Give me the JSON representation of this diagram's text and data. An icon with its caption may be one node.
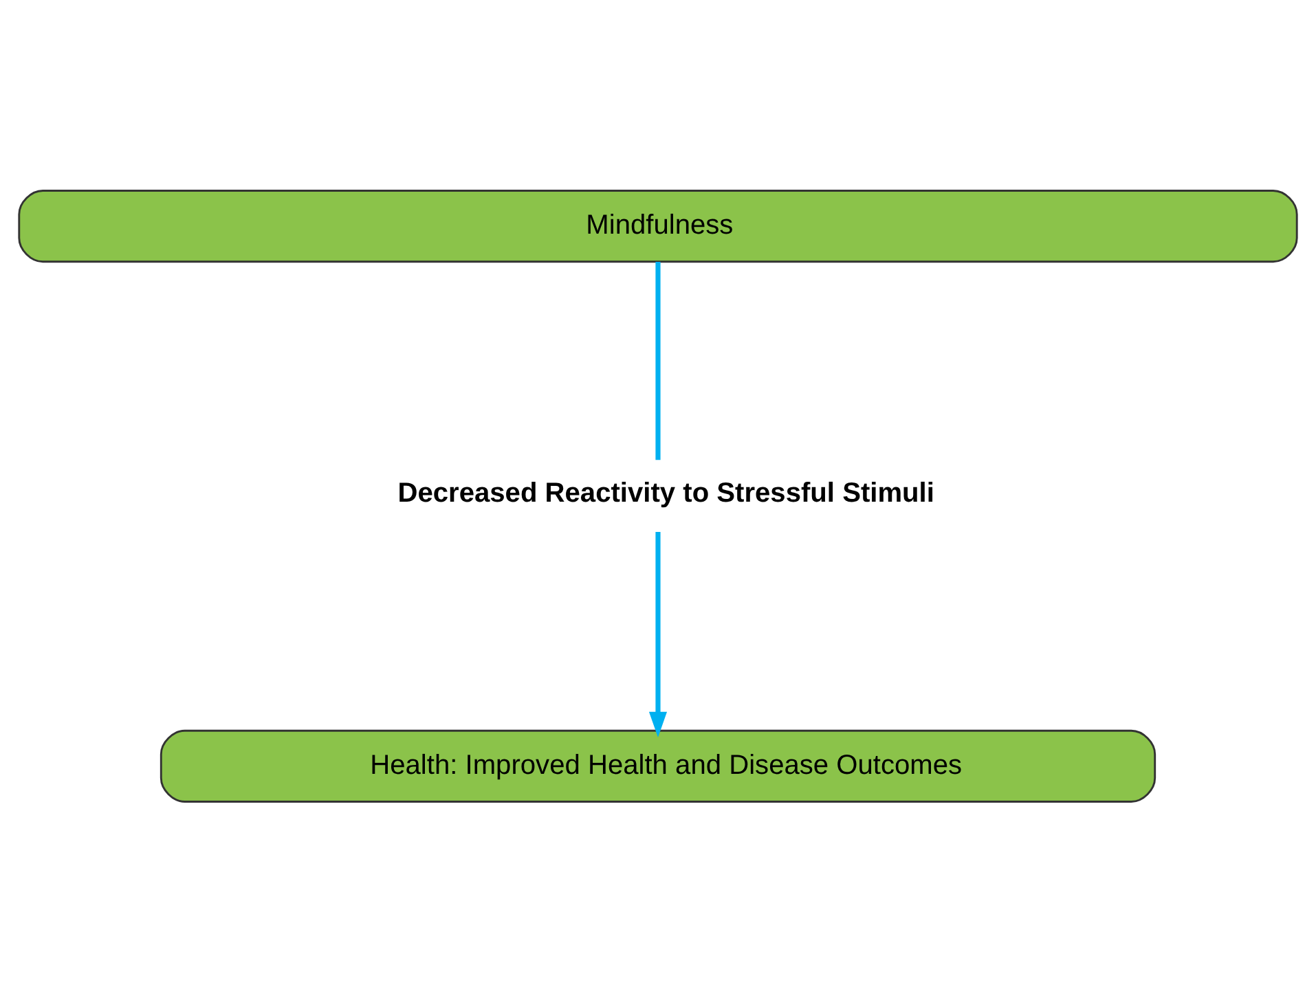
{
  "diagram": {
    "nodes": [
      {
        "text": [
          "Mindfulness"
        ]
      },
      {
        "text": [
          "Decreased Reactivity to Stressful Stimuli"
        ]
      },
      {
        "text": [
          "Health: Improved Health and Disease Outcomes"
        ]
      }
    ],
    "edges": [
      {
        "from": 0,
        "to": 1,
        "arrow": "none"
      },
      {
        "from": 1,
        "to": 2,
        "arrow": "to"
      }
    ]
  }
}
